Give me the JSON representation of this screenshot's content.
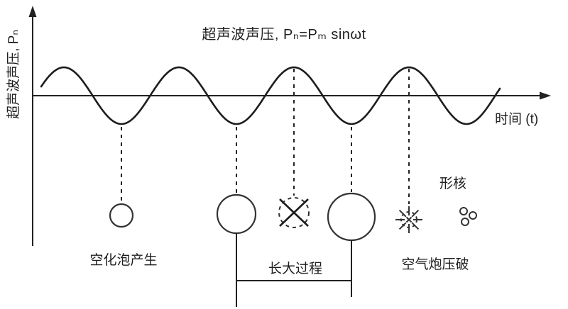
{
  "title": "超声波声压, Pₙ=Pₘ sinωt",
  "axes": {
    "y_label": "超声波声压, Pₙ",
    "x_label": "时间 (t)"
  },
  "labels": {
    "bubble_generation": "空化泡产生",
    "growth_process": "长大过程",
    "collapse": "空气炮压破",
    "nucleation": "形核"
  },
  "colors": {
    "line": "#222222",
    "shape": "#333333",
    "text": "#1f1f1f"
  }
}
